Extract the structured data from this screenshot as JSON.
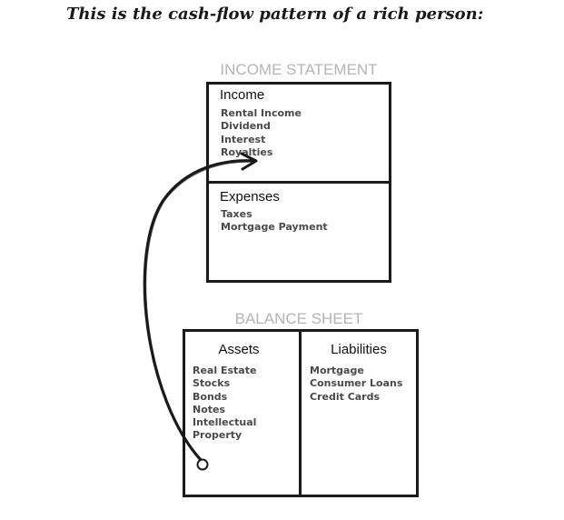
{
  "heading": "This is the cash-flow pattern of a rich person:",
  "income_statement": {
    "title": "INCOME STATEMENT",
    "income": {
      "title": "Income",
      "items": [
        "Rental Income",
        "Dividend",
        "Interest",
        "Royalties"
      ]
    },
    "expenses": {
      "title": "Expenses",
      "items": [
        "Taxes",
        "Mortgage Payment"
      ]
    }
  },
  "balance_sheet": {
    "title": "BALANCE SHEET",
    "assets": {
      "title": "Assets",
      "items": [
        "Real Estate",
        "Stocks",
        "Bonds",
        "Notes",
        "Intellectual",
        "Property"
      ]
    },
    "liabilities": {
      "title": "Liabilities",
      "items": [
        "Mortgage",
        "Consumer Loans",
        "Credit Cards"
      ]
    }
  },
  "colors": {
    "line": "#1a1a1a",
    "section_title": "#b4b4b4",
    "item_text": "#4a4a4a"
  },
  "arrow": {
    "from": "assets",
    "to": "income"
  }
}
